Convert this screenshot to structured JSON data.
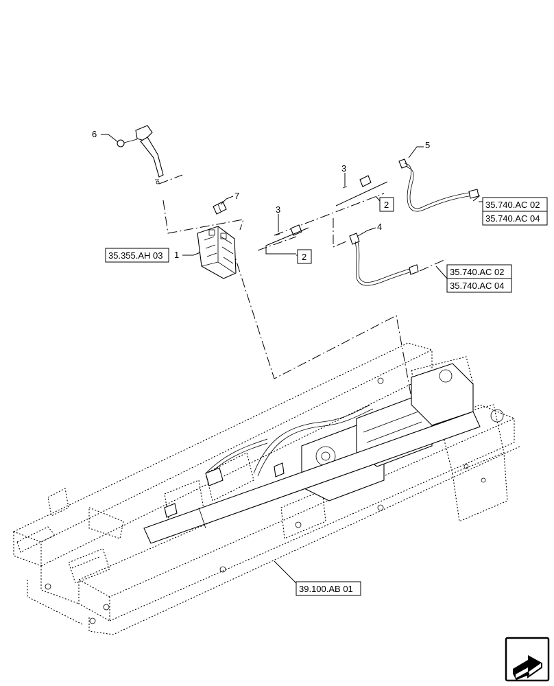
{
  "callouts": {
    "c1": "1",
    "c2a": "2",
    "c2b": "2",
    "c3a": "3",
    "c3b": "3",
    "c4": "4",
    "c5": "5",
    "c6": "6",
    "c7": "7"
  },
  "references": {
    "ref_valve": "35.355.AH 03",
    "ref_hose5_a": "35.740.AC 02",
    "ref_hose5_b": "35.740.AC 04",
    "ref_hose4_a": "35.740.AC 02",
    "ref_hose4_b": "35.740.AC 04",
    "ref_frame": "39.100.AB 01"
  },
  "icons": {
    "nav": "next-page-arrow-icon"
  }
}
